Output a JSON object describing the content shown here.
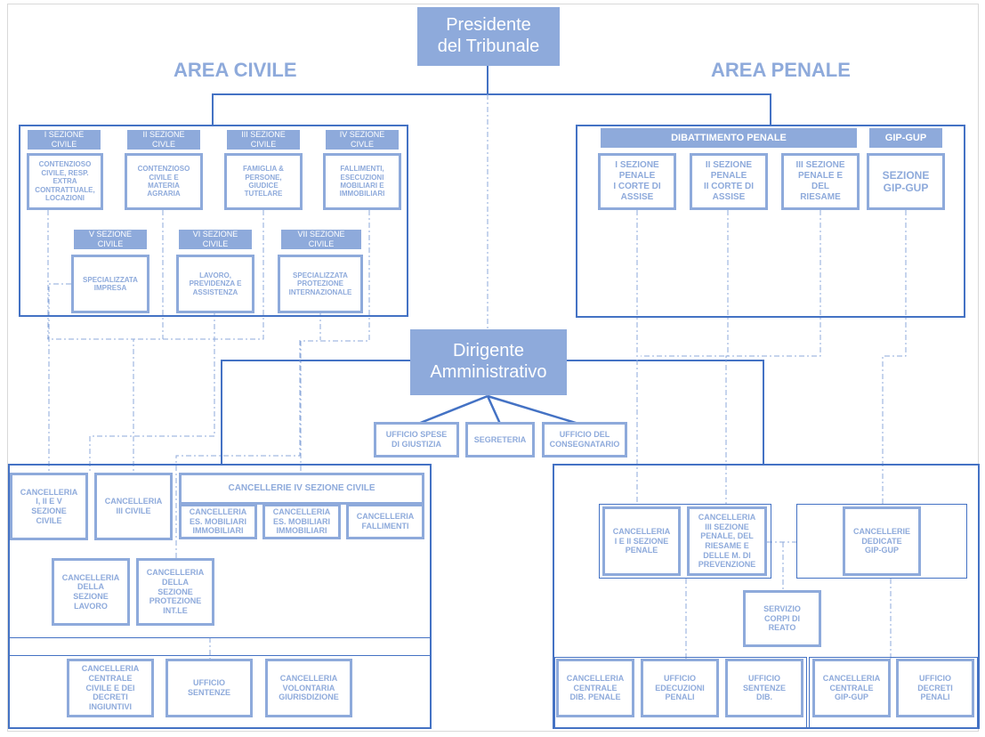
{
  "top": {
    "president": "Presidente\ndel Tribunale",
    "dirigente": "Dirigente\nAmministrativo"
  },
  "areas": {
    "civile": "AREA CIVILE",
    "penale": "AREA PENALE"
  },
  "civile_sections": [
    {
      "head": "I SEZIONE\nCIVILE",
      "body": "CONTENZIOSO\nCIVILE, RESP.\nEXTRA\nCONTRATTUALE,\nLOCAZIONI"
    },
    {
      "head": "II SEZIONE\nCIVLE",
      "body": "CONTENZIOSO\nCIVILE E\nMATERIA\nAGRARIA"
    },
    {
      "head": "III SEZIONE\nCIVILE",
      "body": "FAMIGLIA &\nPERSONE,\nGIUDICE\nTUTELARE"
    },
    {
      "head": "IV SEZIONE\nCIVLE",
      "body": "FALLIMENTI,\nESECUZIONI\nMOBILIARI E\nIMMOBILIARI"
    },
    {
      "head": "V SEZIONE\nCIVILE",
      "body": "SPECIALIZZATA\nIMPRESA"
    },
    {
      "head": "VI SEZIONE\nCIVILE",
      "body": "LAVORO,\nPREVIDENZA E\nASSISTENZA"
    },
    {
      "head": "VII SEZIONE\nCIVILE",
      "body": "SPECIALIZZATA\nPROTEZIONE\nINTERNAZIONALE"
    }
  ],
  "penale": {
    "dibattimento_head": "DIBATTIMENTO PENALE",
    "gip_head": "GIP-GUP",
    "sections": [
      "I SEZIONE\nPENALE\nI CORTE DI\nASSISE",
      "II SEZIONE\nPENALE\nII CORTE DI\nASSISE",
      "III SEZIONE\nPENALE E\nDEL\nRIESAME"
    ],
    "gip_section": "SEZIONE\nGIP-GUP"
  },
  "admin_offices": [
    "UFFICIO SPESE\nDI GIUSTIZIA",
    "SEGRETERIA",
    "UFFICIO DEL\nCONSEGNATARIO"
  ],
  "cancellerie_civile": {
    "c1": "CANCELLERIA\nI, II E V\nSEZIONE\nCIVILE",
    "c3": "CANCELLERIA\nIII CIVILE",
    "iv_head": "CANCELLERIE IV SEZIONE CIVILE",
    "iv_a": "CANCELLERIA\nES. MOBILIARI\nIMMOBILIARI",
    "iv_b": "CANCELLERIA\nES. MOBILIARI\nIMMOBILIARI",
    "iv_c": "CANCELLERIA\nFALLIMENTI",
    "lavoro": "CANCELLERIA\nDELLA\nSEZIONE\nLAVORO",
    "protezione": "CANCELLERIA\nDELLA\nSEZIONE\nPROTEZIONE\nINT.LE",
    "centrale": "CANCELLERIA\nCENTRALE\nCIVILE E DEI\nDECRETI\nINGIUNTIVI",
    "sentenze": "UFFICIO\nSENTENZE",
    "volontaria": "CANCELLERIA\nVOLONTARIA\nGIURISDIZIONE"
  },
  "cancellerie_penale": {
    "c12": "CANCELLERIA\nI E II SEZIONE\nPENALE",
    "c3": "CANCELLERIA\nIII SEZIONE\nPENALE, DEL\nRIESAME E\nDELLE M. DI\nPREVENZIONE",
    "gip": "CANCELLERIE\nDEDICATE\nGIP-GUP",
    "corpi": "SERVIZIO\nCORPI DI\nREATO",
    "centrale_dib": "CANCELLERIA\nCENTRALE\nDIB. PENALE",
    "esecuzioni": "UFFICIO\nEDECUZIONI\nPENALI",
    "sentenze_dib": "UFFICIO\nSENTENZE\nDIB.",
    "centrale_gip": "CANCELLERIA\nCENTRALE\nGIP-GUP",
    "decreti": "UFFICIO\nDECRETI\nPENALI"
  }
}
